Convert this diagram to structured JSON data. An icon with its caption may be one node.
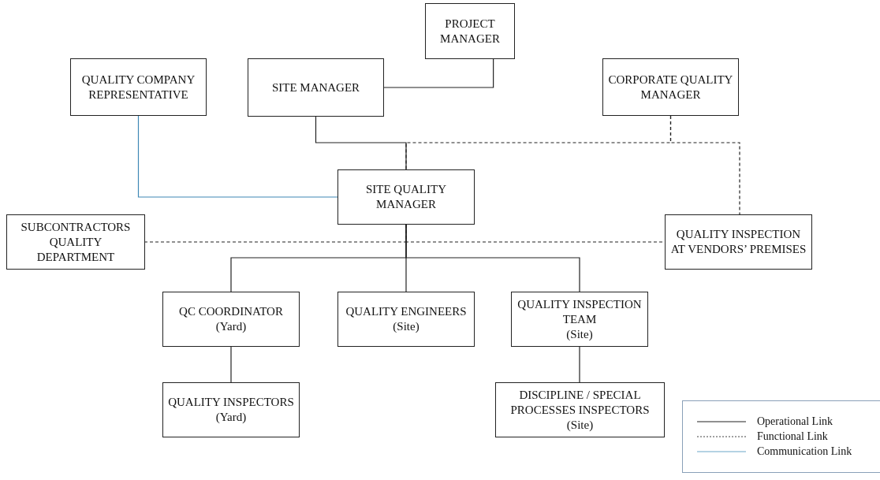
{
  "diagram": {
    "nodes": [
      {
        "text": [
          "PROJECT MANAGER"
        ]
      },
      {
        "text": [
          "QUALITY COMPANY REPRESENTATIVE"
        ]
      },
      {
        "text": [
          "SITE MANAGER"
        ]
      },
      {
        "text": [
          "CORPORATE QUALITY MANAGER"
        ]
      },
      {
        "text": [
          "SITE QUALITY MANAGER"
        ]
      },
      {
        "text": [
          "SUBCONTRACTORS QUALITY DEPARTMENT"
        ]
      },
      {
        "text": [
          "QUALITY INSPECTION AT VENDORS’ PREMISES"
        ]
      },
      {
        "text": [
          "QC COORDINATOR",
          "(Yard)"
        ]
      },
      {
        "text": [
          "QUALITY ENGINEERS",
          "(Site)"
        ]
      },
      {
        "text": [
          "QUALITY INSPECTION TEAM",
          "(Site)"
        ]
      },
      {
        "text": [
          "QUALITY INSPECTORS",
          "(Yard)"
        ]
      },
      {
        "text": [
          "DISCIPLINE / SPECIAL PROCESSES INSPECTORS",
          "(Site)"
        ]
      }
    ],
    "edges": [
      {
        "from": 0,
        "to": 2,
        "arrow": "none"
      },
      {
        "from": 2,
        "to": 4,
        "arrow": "none"
      },
      {
        "from": 3,
        "to": 4,
        "arrow": "none",
        "style": "dashed"
      },
      {
        "from": 3,
        "to": 6,
        "arrow": "none",
        "style": "dashed"
      },
      {
        "from": 1,
        "to": 4,
        "arrow": "none",
        "color": "#3f88b5"
      },
      {
        "from": 4,
        "to": 5,
        "arrow": "none",
        "style": "dashed"
      },
      {
        "from": 4,
        "to": 6,
        "arrow": "none",
        "style": "dashed"
      },
      {
        "from": 4,
        "to": 7,
        "arrow": "none"
      },
      {
        "from": 4,
        "to": 8,
        "arrow": "none"
      },
      {
        "from": 4,
        "to": 9,
        "arrow": "none"
      },
      {
        "from": 7,
        "to": 10,
        "arrow": "none"
      },
      {
        "from": 9,
        "to": 11,
        "arrow": "none"
      }
    ],
    "legend": [
      {
        "text": "Operational Link"
      },
      {
        "text": "Functional Link"
      },
      {
        "text": "Communication Link"
      }
    ]
  }
}
